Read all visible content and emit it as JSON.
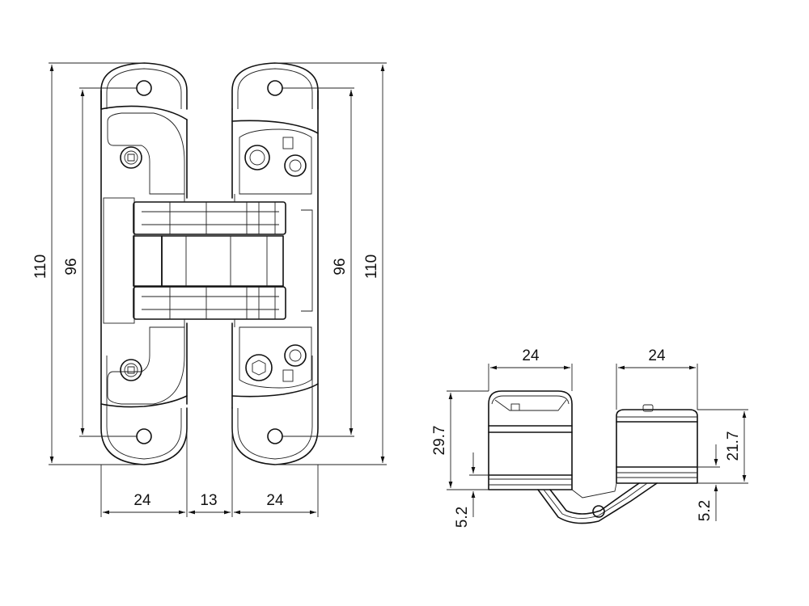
{
  "front_view": {
    "width_left_leaf": "24",
    "gap": "13",
    "width_right_leaf": "24",
    "overall_height_left": "110",
    "hole_spacing_left": "96",
    "hole_spacing_right": "96",
    "overall_height_right": "110"
  },
  "side_view": {
    "width_left_body": "24",
    "width_right_body": "24",
    "depth_left": "29.7",
    "flange_left": "5.2",
    "depth_right": "21.7",
    "flange_right": "5.2"
  }
}
